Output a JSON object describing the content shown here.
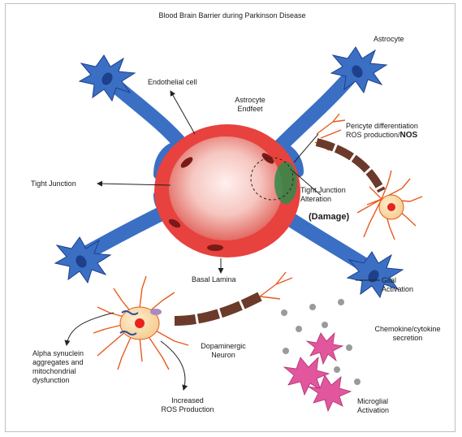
{
  "title": "Blood Brain Barrier during Parkinson Disease",
  "labels": {
    "astrocyte": "Astrocyte",
    "endothelial_cell": "Endothelial cell",
    "astrocyte_endfeet_1": "Astrocyte",
    "astrocyte_endfeet_2": "Endfeet",
    "pericyte_1": "Pericyte differentiation",
    "pericyte_2a": "ROS production/",
    "pericyte_2b": "NOS",
    "tight_junction": "Tight Junction",
    "tj_alteration_1": "Tight Junction",
    "tj_alteration_2": "Alteration",
    "damage": "(Damage)",
    "basal_lamina": "Basal Lamina",
    "glial_1": "Glial",
    "glial_2": "Activation",
    "chemokine_1": "Chemokine/cytokine",
    "chemokine_2": "secretion",
    "dopaminergic_1": "Dopaminergic",
    "dopaminergic_2": "Neuron",
    "alpha_1": "Alpha synuclein",
    "alpha_2": "aggregates and",
    "alpha_3": "mitochondrial",
    "alpha_4": "dysfunction",
    "ros_1": "Increased",
    "ros_2": "ROS Production",
    "microglial_1": "Microglial",
    "microglial_2": "Activation"
  },
  "colors": {
    "astrocyte": "#3a6fc4",
    "astrocyte_dark": "#1e3f8a",
    "vessel": "#e8423e",
    "vessel_inner": "#f7c2bd",
    "pericyte": "#e85a1e",
    "axon_sheath": "#6b3a2a",
    "microglia": "#e2569d",
    "dot": "#9a9a9a",
    "green": "#2e8b4a"
  }
}
